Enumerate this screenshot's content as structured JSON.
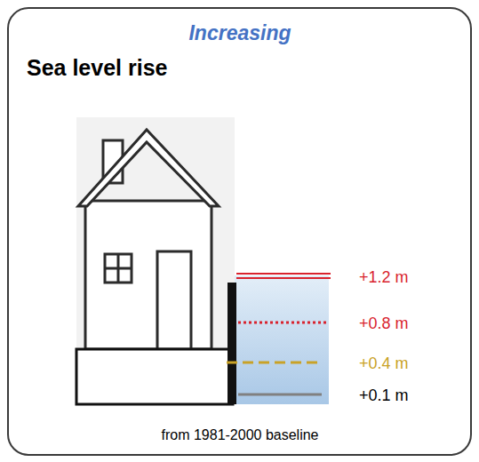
{
  "diagram": {
    "nodes": [
      {
        "text": [
          "Increasing",
          "Sea level rise",
          "from 1981-2000 baseline"
        ]
      }
    ],
    "labels": [
      "+1.2 m",
      "+0.8 m",
      "+0.4 m",
      "+0.1 m"
    ]
  }
}
